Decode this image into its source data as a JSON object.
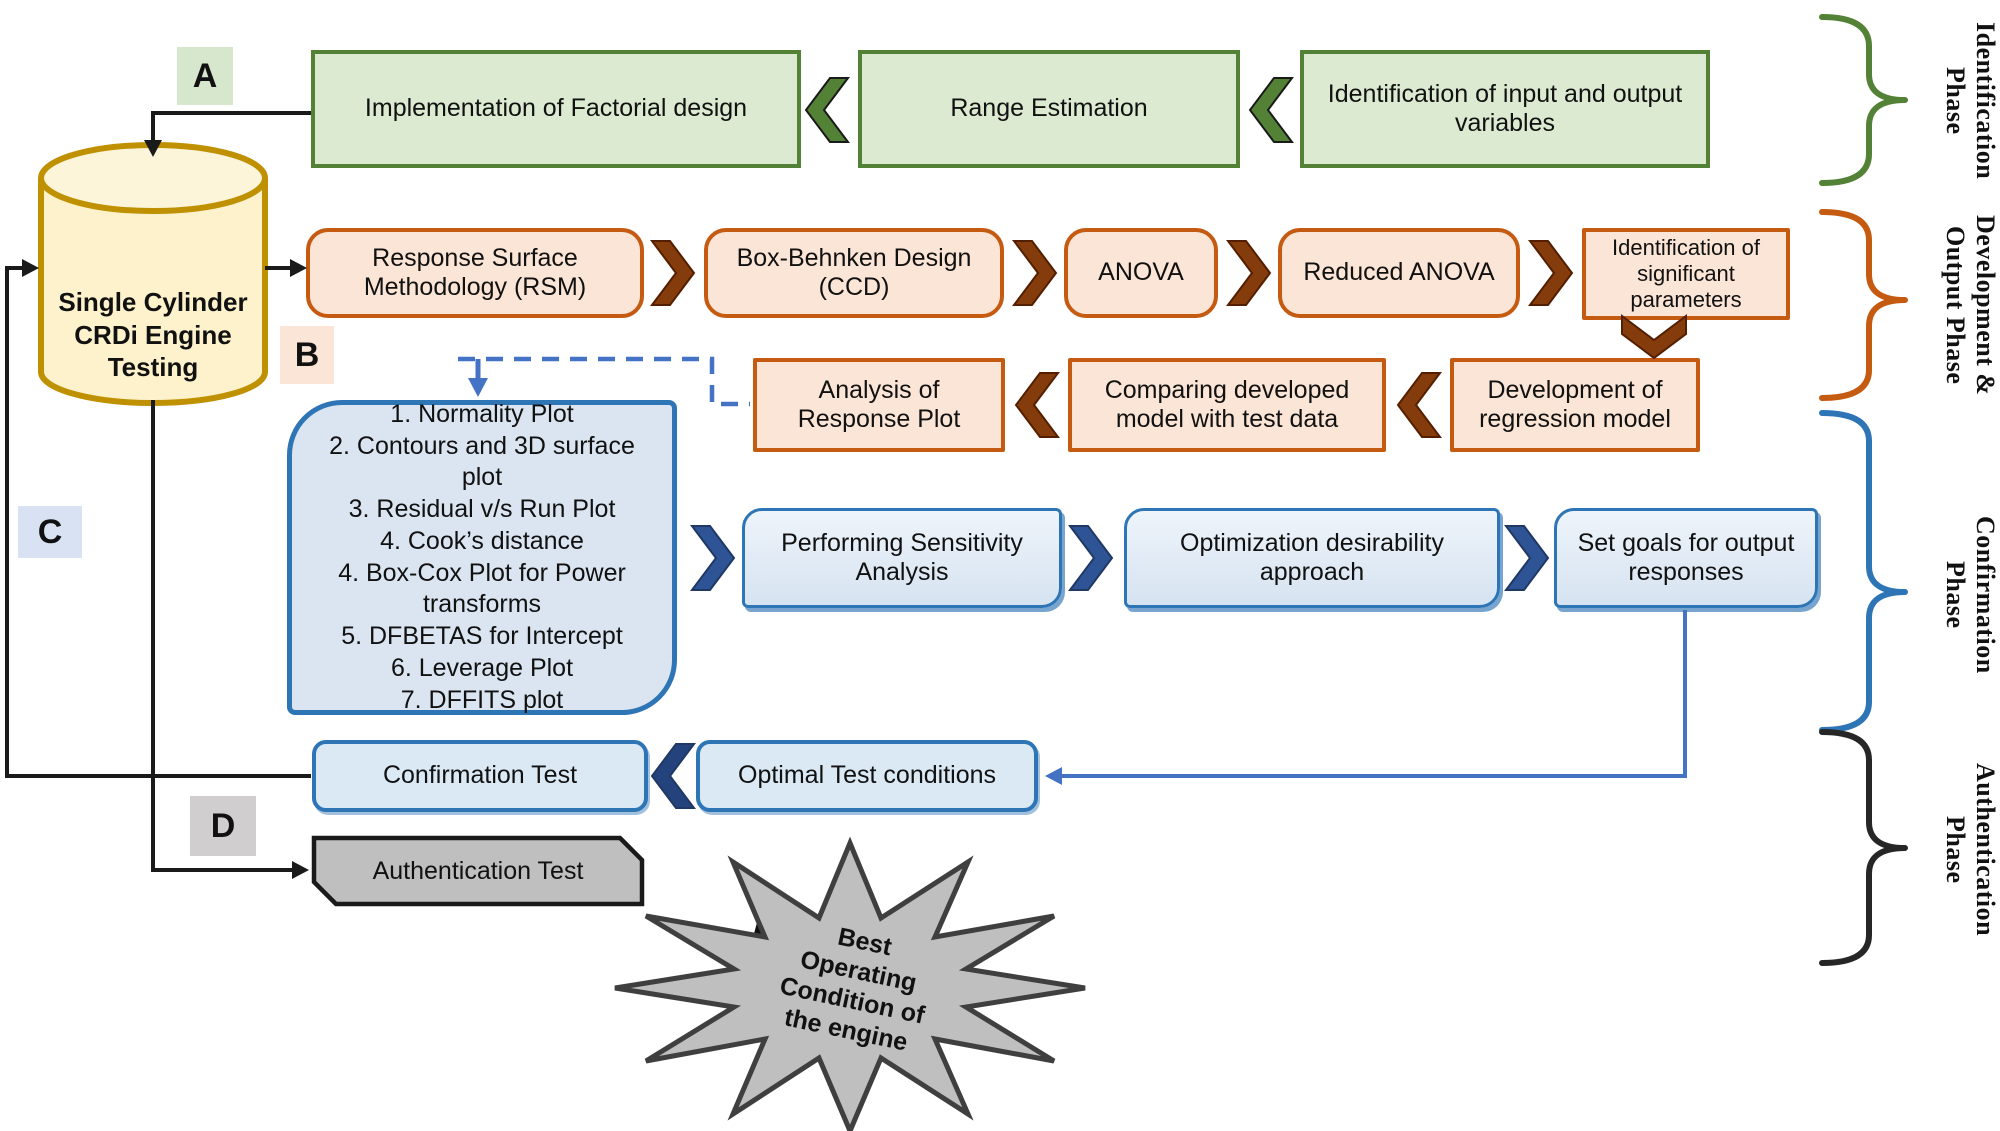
{
  "cylinder": {
    "label": "Single Cylinder CRDi Engine Testing"
  },
  "markers": {
    "a": "A",
    "b": "B",
    "c": "C",
    "d": "D"
  },
  "identification_row": {
    "boxes": [
      {
        "label": "Implementation of Factorial design"
      },
      {
        "label": "Range Estimation"
      },
      {
        "label": "Identification of input and output variables"
      }
    ]
  },
  "development_row_top": {
    "boxes": [
      {
        "label": "Response Surface Methodology (RSM)"
      },
      {
        "label": "Box-Behnken Design (CCD)"
      },
      {
        "label": "ANOVA"
      },
      {
        "label": "Reduced ANOVA"
      },
      {
        "label": "Identification of significant parameters"
      }
    ]
  },
  "development_row_bottom": {
    "boxes": [
      {
        "label": "Analysis of Response Plot"
      },
      {
        "label": "Comparing developed model with test data"
      },
      {
        "label": "Development of regression model"
      }
    ]
  },
  "diagnostics_panel": {
    "items": [
      "1.  Normality Plot",
      "2. Contours and 3D surface plot",
      "3. Residual v/s Run Plot",
      "4. Cook’s distance",
      "4. Box-Cox Plot for Power transforms",
      "5. DFBETAS for Intercept",
      "6. Leverage Plot",
      "7. DFFITS plot"
    ]
  },
  "confirmation_row": {
    "boxes": [
      {
        "label": "Performing Sensitivity Analysis"
      },
      {
        "label": "Optimization desirability approach"
      },
      {
        "label": "Set goals for output responses"
      }
    ]
  },
  "test_row": {
    "boxes": [
      {
        "label": "Confirmation Test"
      },
      {
        "label": "Optimal Test conditions"
      }
    ]
  },
  "authentication_row": {
    "test_label": "Authentication Test",
    "result_label": "Best Operating Condition of the engine"
  },
  "phase_labels": [
    {
      "label": "Identification Phase",
      "color": "#538135"
    },
    {
      "label": "Development & Output Phase",
      "color": "#c55a11"
    },
    {
      "label": "Confirmation Phase",
      "color": "#2e75b6"
    },
    {
      "label": "Authentication Phase",
      "color": "#262626"
    }
  ],
  "colors": {
    "green_fill": "#dcead2",
    "green_border": "#538135",
    "orange_fill": "#fbe5d6",
    "orange_border": "#c55a11",
    "brown_chevron": "#843c0c",
    "blue_fill": "#dbe7f4",
    "blue_border": "#2e75b6",
    "blue_chevron": "#2f5496",
    "navy_chevron": "#24437c",
    "connector_blue": "#4472c4",
    "gray_fill": "#bfbfbf",
    "cylinder_fill": "#fdf2cc",
    "cylinder_border": "#bf9000"
  }
}
